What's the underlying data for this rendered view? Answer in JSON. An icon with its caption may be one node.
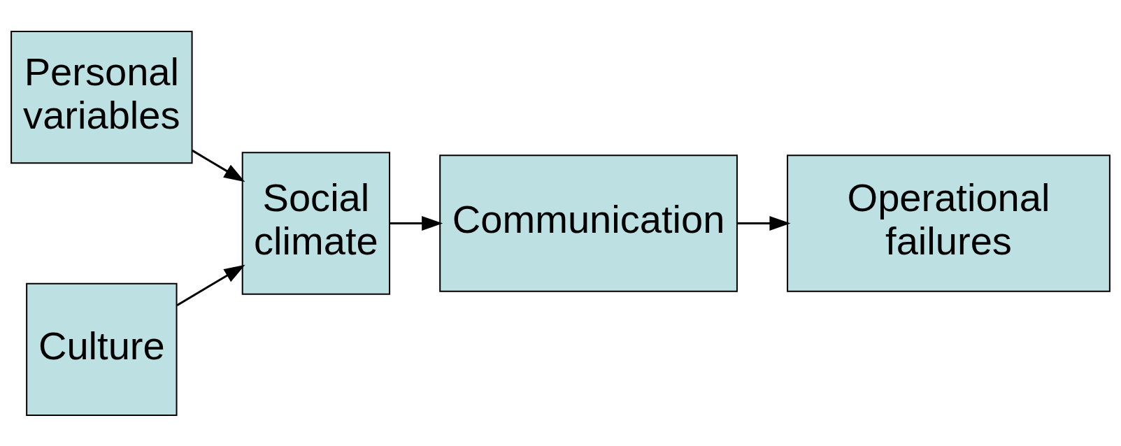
{
  "diagram": {
    "nodes": [
      {
        "text": [
          "Personal variables"
        ]
      },
      {
        "text": [
          "Culture"
        ]
      },
      {
        "text": [
          "Social climate"
        ]
      },
      {
        "text": [
          "Communication"
        ]
      },
      {
        "text": [
          "Operational failures"
        ]
      }
    ],
    "edges": [
      {
        "from": 0,
        "to": 2,
        "arrow": "to"
      },
      {
        "from": 1,
        "to": 2,
        "arrow": "to"
      },
      {
        "from": 2,
        "to": 3,
        "arrow": "to"
      },
      {
        "from": 3,
        "to": 4,
        "arrow": "to"
      }
    ]
  }
}
